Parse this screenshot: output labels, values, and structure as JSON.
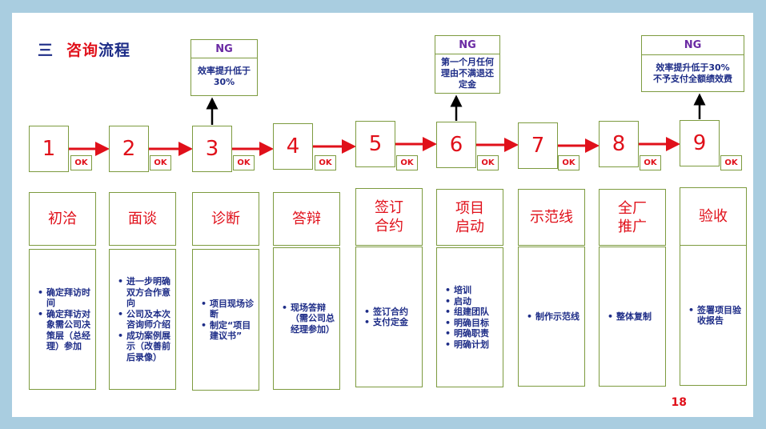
{
  "title": {
    "number": "三",
    "part1": "咨询",
    "part2": "流程"
  },
  "page_number": "18",
  "ok_label": "OK",
  "ng_label": "NG",
  "steps": [
    {
      "number": "1",
      "name": "初洽",
      "items": [
        "确定拜访时间",
        "确定拜访对象需公司决策层（总经理）参加"
      ]
    },
    {
      "number": "2",
      "name": "面谈",
      "items": [
        "进一步明确双方合作意向",
        "公司及本次咨询师介绍",
        "成功案例展示（改善前后录像）"
      ]
    },
    {
      "number": "3",
      "name": "诊断",
      "items": [
        "项目现场诊断",
        "制定“项目建议书”"
      ]
    },
    {
      "number": "4",
      "name": "答辩",
      "items": [
        "现场答辩（需公司总经理参加）"
      ]
    },
    {
      "number": "5",
      "name": "签订\n合约",
      "items": [
        "签订合约",
        "支付定金"
      ]
    },
    {
      "number": "6",
      "name": "项目\n启动",
      "items": [
        "培训",
        "启动",
        "组建团队",
        "明确目标",
        "明确职责",
        "明确计划"
      ]
    },
    {
      "number": "7",
      "name": "示范线",
      "items": [
        "制作示范线"
      ]
    },
    {
      "number": "8",
      "name": "全厂\n推广",
      "items": [
        "整体复制"
      ]
    },
    {
      "number": "9",
      "name": "验收",
      "items": [
        "签署项目验收报告"
      ]
    }
  ],
  "ng_notes": {
    "step3": "效率提升低于30%",
    "step6": "第一个月任何理由不满退还定金",
    "step9": "效率提升低于30%\n不予支付全额绩效费"
  },
  "colors": {
    "accent": "#e0101a",
    "navy": "#1d2c87",
    "border": "#7d9b3f",
    "ng": "#6a2aa3"
  }
}
